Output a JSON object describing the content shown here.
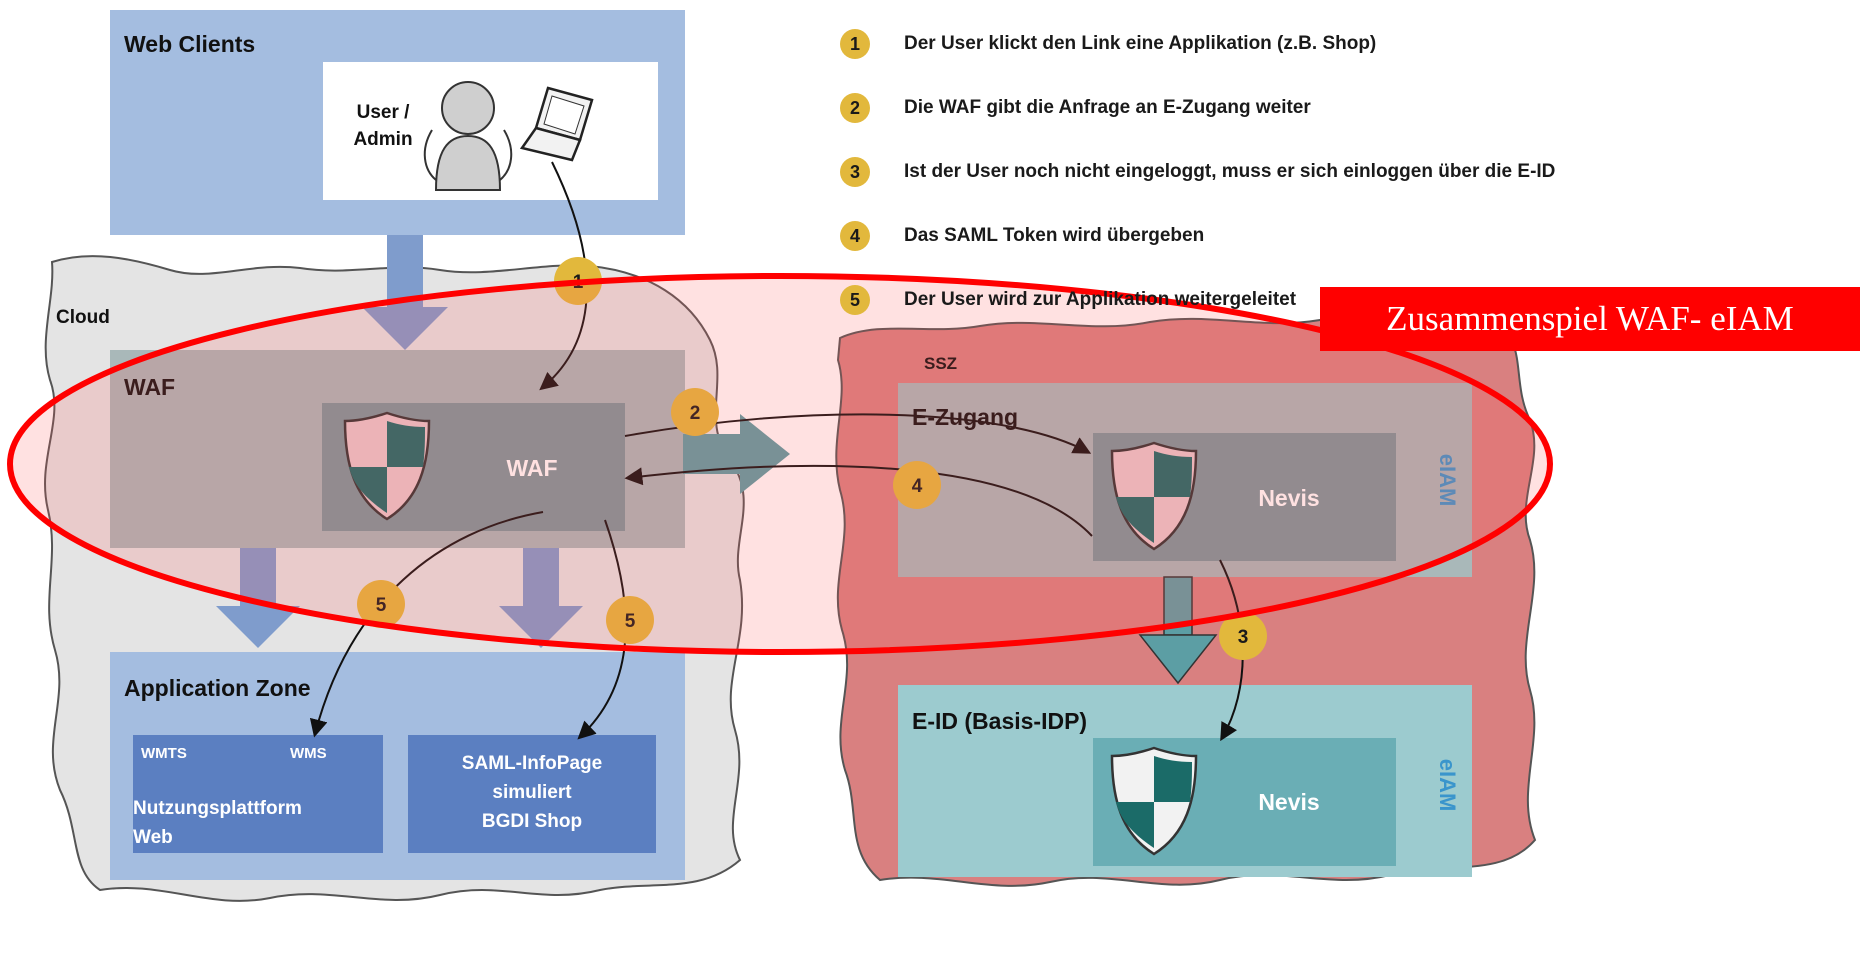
{
  "zones": {
    "web_clients": "Web Clients",
    "user_admin_line1": "User /",
    "user_admin_line2": "Admin",
    "cloud": "Cloud",
    "waf_zone": "WAF",
    "waf_box": "WAF",
    "application_zone": "Application Zone",
    "wmts": "WMTS",
    "wms": "WMS",
    "nutzungsplattform_line1": "Nutzungsplattform",
    "nutzungsplattform_line2": "Web",
    "saml_line1": "SAML-InfoPage",
    "saml_line2": "simuliert",
    "saml_line3": "BGDI Shop",
    "ssz": "SSZ",
    "e_zugang": "E-Zugang",
    "nevis_top": "Nevis",
    "eiam_top": "eIAM",
    "e_id": "E-ID (Basis-IDP)",
    "nevis_bottom": "Nevis",
    "eiam_bottom": "eIAM"
  },
  "badges": {
    "b1": "1",
    "b2": "2",
    "b3": "3",
    "b4": "4",
    "b5a": "5",
    "b5b": "5"
  },
  "legend": [
    {
      "num": "1",
      "text": "Der User klickt den Link eine Applikation (z.B. Shop)"
    },
    {
      "num": "2",
      "text": "Die WAF gibt die Anfrage an E-Zugang weiter"
    },
    {
      "num": "3",
      "text": "Ist der User noch nicht eingeloggt, muss er sich einloggen über die E-ID"
    },
    {
      "num": "4",
      "text": "Das SAML Token wird übergeben"
    },
    {
      "num": "5",
      "text": "Der User wird zur Applikation weitergeleitet"
    }
  ],
  "callout": "Zusammenspiel WAF- eIAM",
  "colors": {
    "blue_zone": "#a4bde0",
    "gray_cloud": "#e4e4e4",
    "ssz_red": "#d98080",
    "waf_teal": "#a9b8b9",
    "app_blue": "#5b7fc1",
    "eid_teal": "#9ccbcf",
    "badge_gold": "#e2b83c",
    "highlight_red": "#ff0000"
  }
}
